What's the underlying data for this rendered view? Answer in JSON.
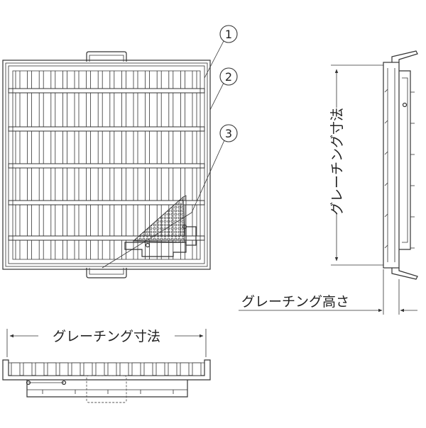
{
  "callouts": [
    {
      "num": "1"
    },
    {
      "num": "2"
    },
    {
      "num": "3"
    }
  ],
  "labels": {
    "grating_dimension_vertical": "グレーチング寸法",
    "grating_height": "グレーチング高さ",
    "grating_dimension_bottom": "グレーチング寸法"
  },
  "colors": {
    "line": "#333333",
    "background": "#ffffff"
  }
}
